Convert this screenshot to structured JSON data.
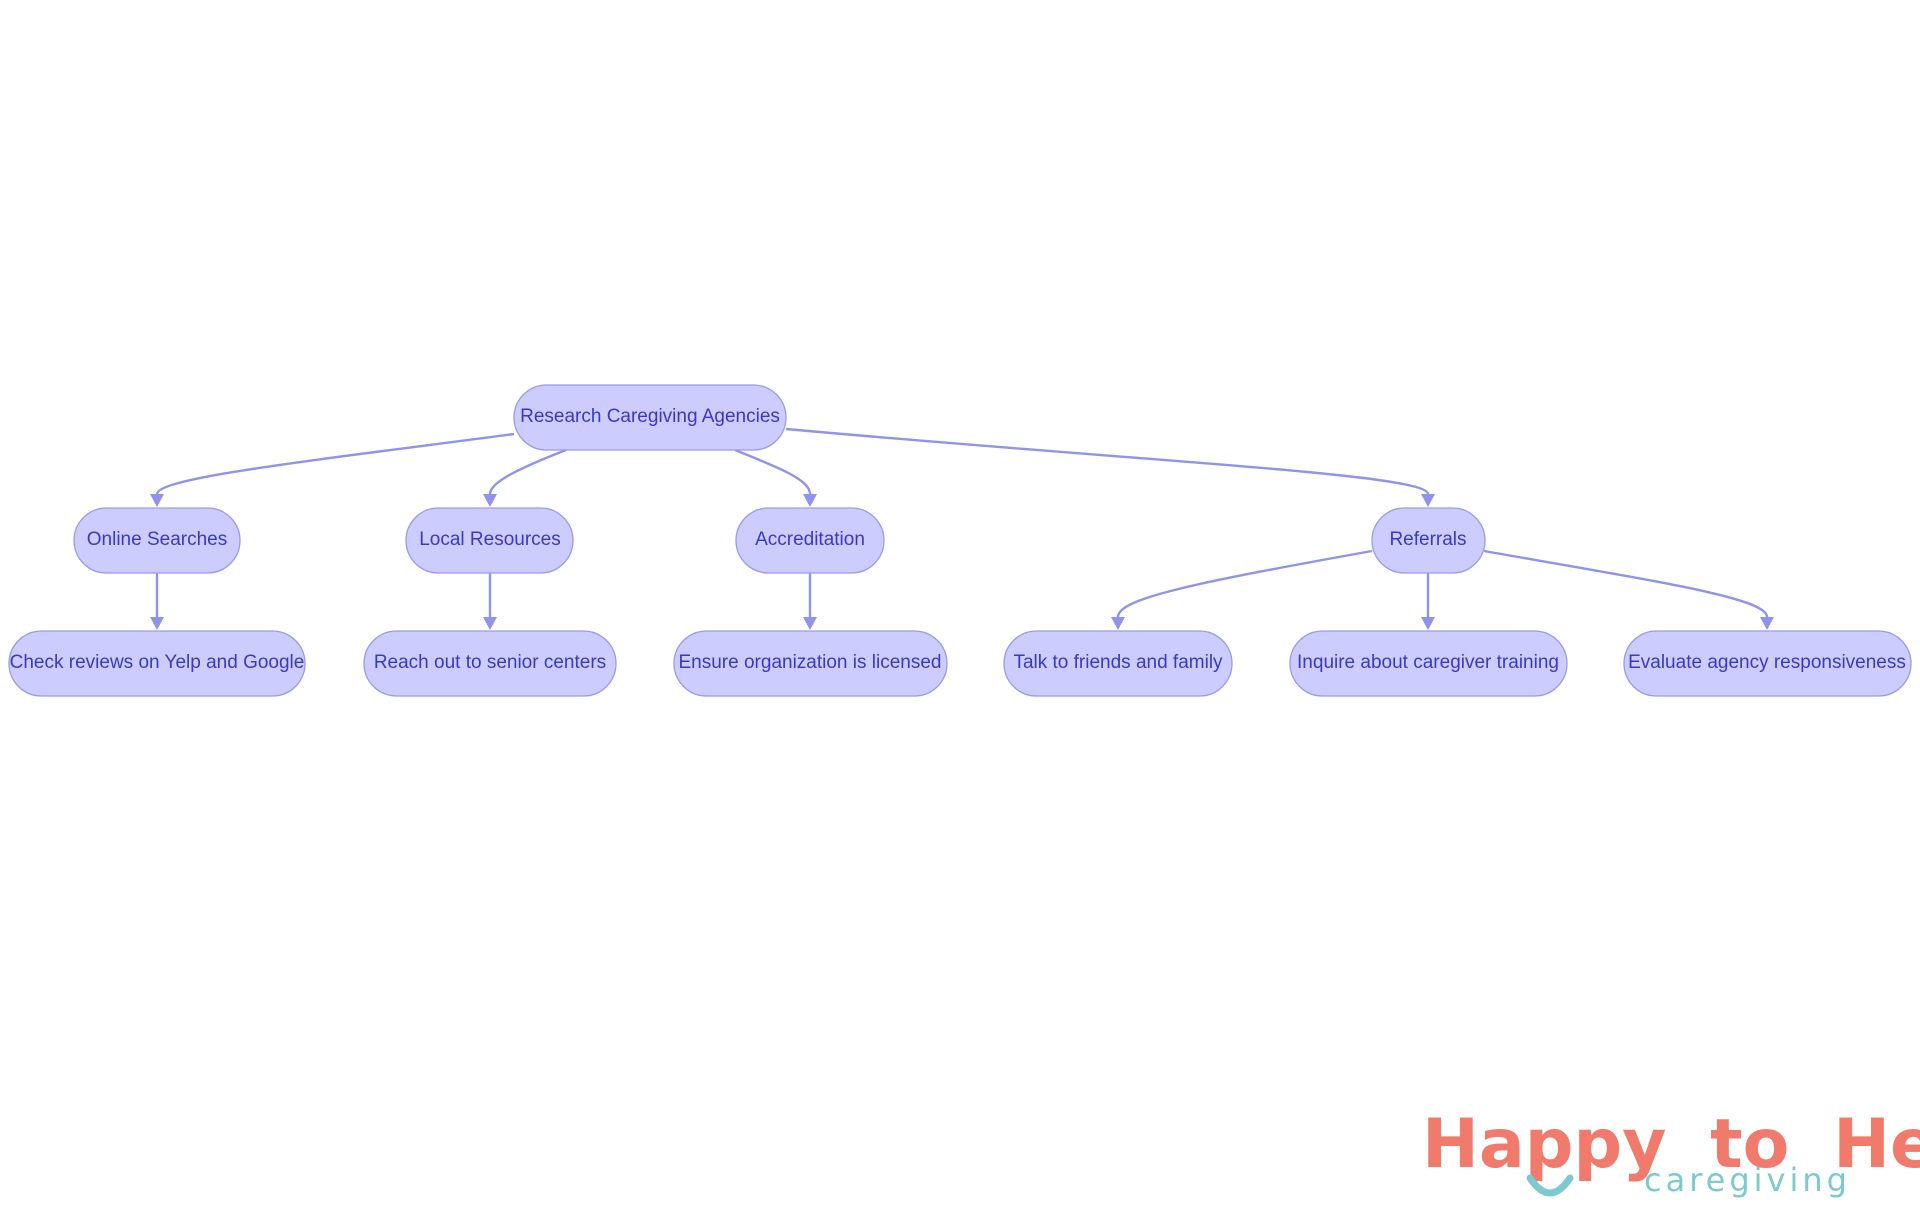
{
  "diagram": {
    "root": "Research Caregiving Agencies",
    "categories": {
      "online": "Online Searches",
      "local": "Local Resources",
      "accreditation": "Accreditation",
      "referrals": "Referrals"
    },
    "leaves": {
      "online": "Check reviews on Yelp and Google",
      "local": "Reach out to senior centers",
      "accreditation": "Ensure organization is licensed",
      "referral_1": "Talk to friends and family",
      "referral_2": "Inquire about caregiver training",
      "referral_3": "Evaluate agency responsiveness"
    },
    "edges": [
      [
        "root",
        "online"
      ],
      [
        "root",
        "local"
      ],
      [
        "root",
        "accreditation"
      ],
      [
        "root",
        "referrals"
      ],
      [
        "online",
        "leaf_online"
      ],
      [
        "local",
        "leaf_local"
      ],
      [
        "accreditation",
        "leaf_accreditation"
      ],
      [
        "referrals",
        "leaf_referral_1"
      ],
      [
        "referrals",
        "leaf_referral_2"
      ],
      [
        "referrals",
        "leaf_referral_3"
      ]
    ],
    "colors": {
      "node_fill": "#ccccff",
      "node_stroke": "#9a9aed",
      "node_text": "#3a3ac0",
      "edge": "#8f93ec"
    }
  },
  "logo": {
    "word_happy": "Happy",
    "word_to": "to",
    "word_help": "Help",
    "subtitle": "caregiving",
    "colors": {
      "primary": "#f07a6c",
      "accent": "#7ccacb"
    }
  }
}
